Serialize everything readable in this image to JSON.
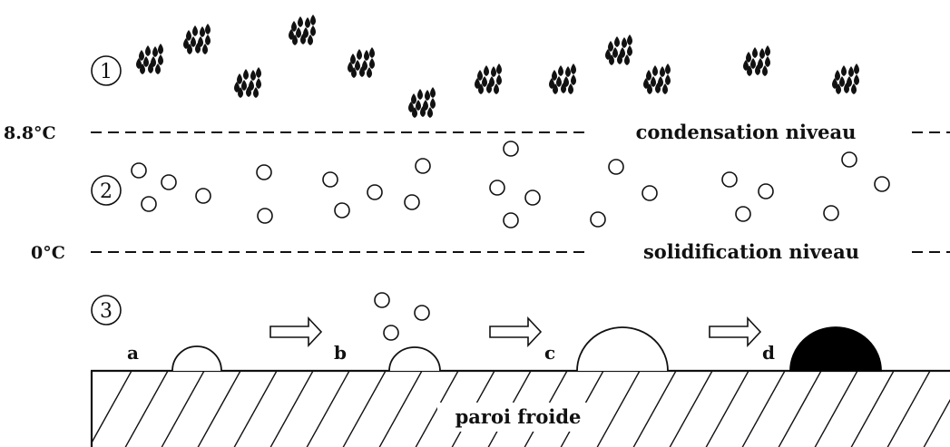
{
  "levels": {
    "condensation": {
      "temperature": "8.8°C",
      "label": "condensation niveau"
    },
    "solidification": {
      "temperature": "0°C",
      "label": "solidification niveau"
    }
  },
  "zones": {
    "zone1": "1",
    "zone2": "2",
    "zone3": "3"
  },
  "stages": {
    "a": "a",
    "b": "b",
    "c": "c",
    "d": "d"
  },
  "wall": {
    "label": "paroi froide"
  }
}
